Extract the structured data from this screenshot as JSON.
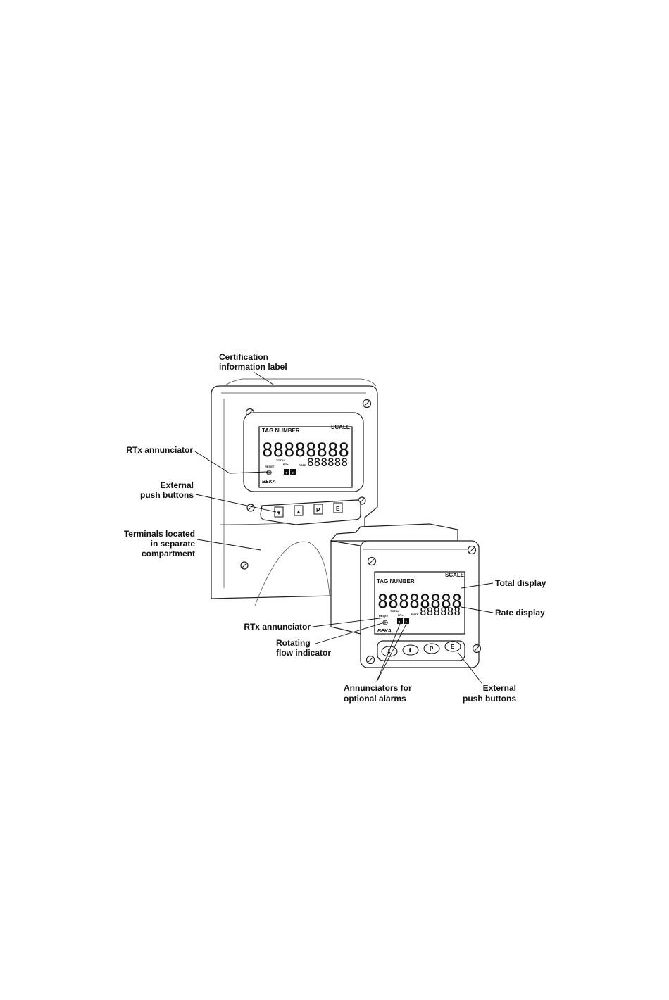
{
  "callouts": {
    "certification_label": [
      "Certification",
      "information label"
    ],
    "rtx_annunciator_rear": "RTx annunciator",
    "external_buttons_rear": [
      "External",
      "push buttons"
    ],
    "terminals": [
      "Terminals located",
      "in separate",
      "compartment"
    ],
    "total_display": "Total display",
    "rate_display": "Rate display",
    "rtx_annunciator_front": "RTx annunciator",
    "rotating_flow": [
      "Rotating",
      "flow indicator"
    ],
    "alarm_annunciators": [
      "Annunciators for",
      "optional alarms"
    ],
    "external_buttons_front": [
      "External",
      "push buttons"
    ]
  },
  "rear_unit": {
    "tag": "TAG NUMBER",
    "scale": "SCALE",
    "total_digits": "88888888",
    "rate_digits": "888888",
    "reset": "RESET",
    "total": "TOTAL",
    "rtx": "RTx",
    "rate": "RATE",
    "alarm1": "1",
    "alarm2": "2",
    "brand": "BEKA",
    "buttons": [
      "▼",
      "▲",
      "P",
      "E"
    ]
  },
  "front_unit": {
    "tag": "TAG NUMBER",
    "scale": "SCALE",
    "total_digits": "88888888",
    "rate_digits": "888888",
    "reset": "RESET",
    "total": "TOTAL",
    "rtx": "RTx",
    "rate": "RATE",
    "alarm1": "1",
    "alarm2": "2",
    "brand": "BEKA",
    "buttons": [
      "⬇",
      "⬆",
      "P",
      "E"
    ]
  }
}
